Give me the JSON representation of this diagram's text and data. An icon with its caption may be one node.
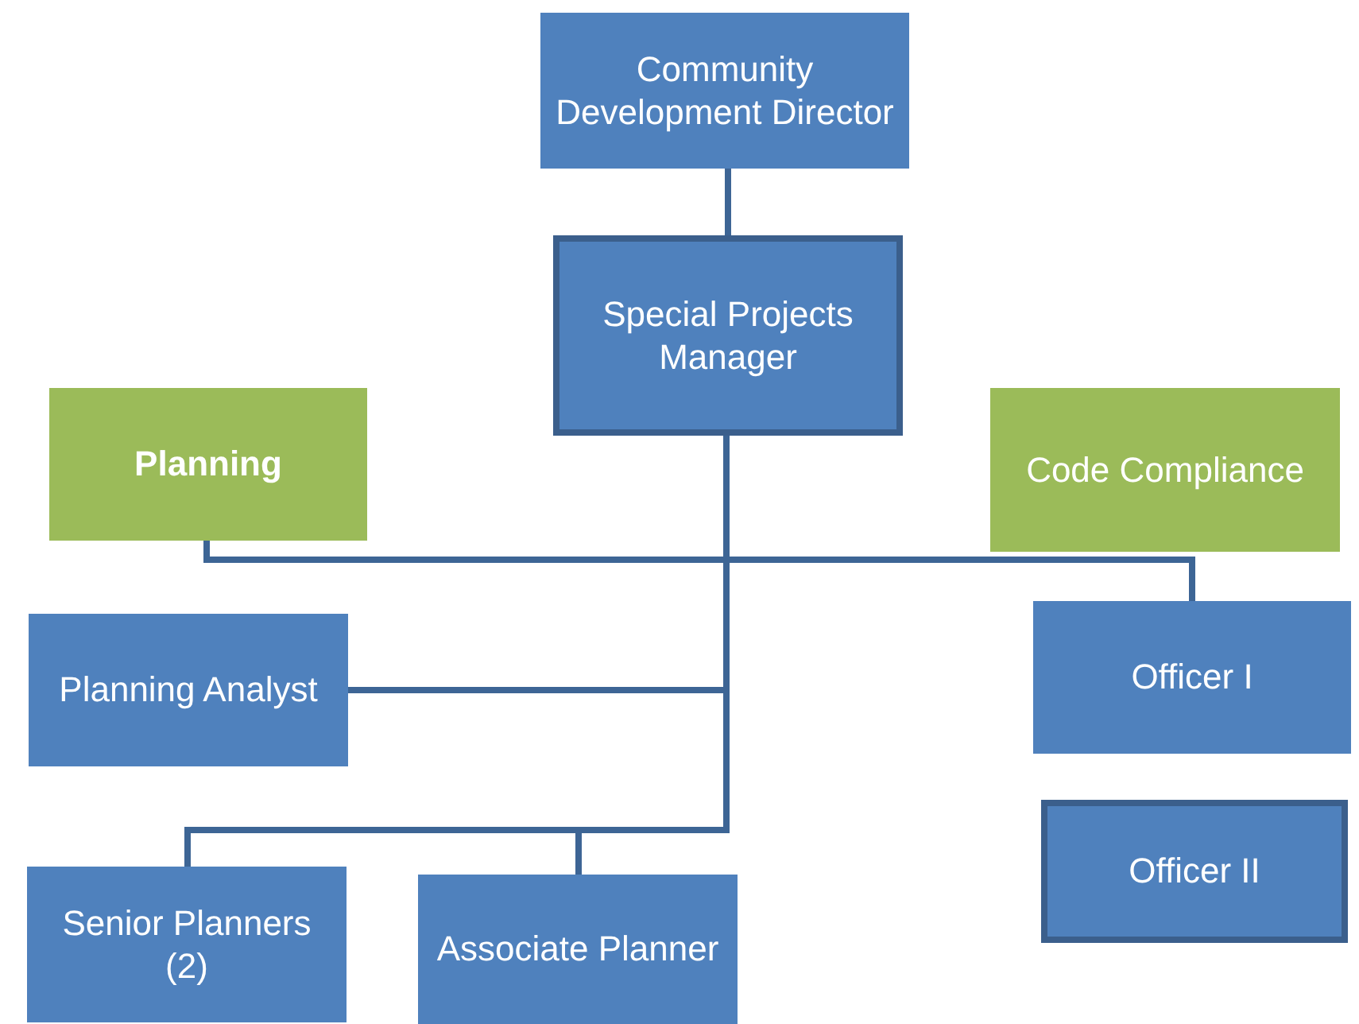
{
  "diagram": {
    "nodes": [
      {
        "text": [
          "Community Development Director"
        ]
      },
      {
        "text": [
          "Special Projects Manager"
        ]
      },
      {
        "text": [
          "Planning"
        ]
      },
      {
        "text": [
          "Code Compliance"
        ]
      },
      {
        "text": [
          "Planning Analyst"
        ]
      },
      {
        "text": [
          "Officer I"
        ]
      },
      {
        "text": [
          "Officer II"
        ]
      },
      {
        "text": [
          "Senior Planners (2)"
        ]
      },
      {
        "text": [
          "Associate Planner"
        ]
      }
    ],
    "edges": [
      {
        "from": 0,
        "to": 1,
        "arrow": "none"
      },
      {
        "from": 1,
        "to": 2,
        "arrow": "none"
      },
      {
        "from": 1,
        "to": 5,
        "arrow": "none"
      },
      {
        "from": 1,
        "to": 4,
        "arrow": "none"
      },
      {
        "from": 1,
        "to": 7,
        "arrow": "none"
      },
      {
        "from": 1,
        "to": 8,
        "arrow": "none"
      }
    ]
  }
}
